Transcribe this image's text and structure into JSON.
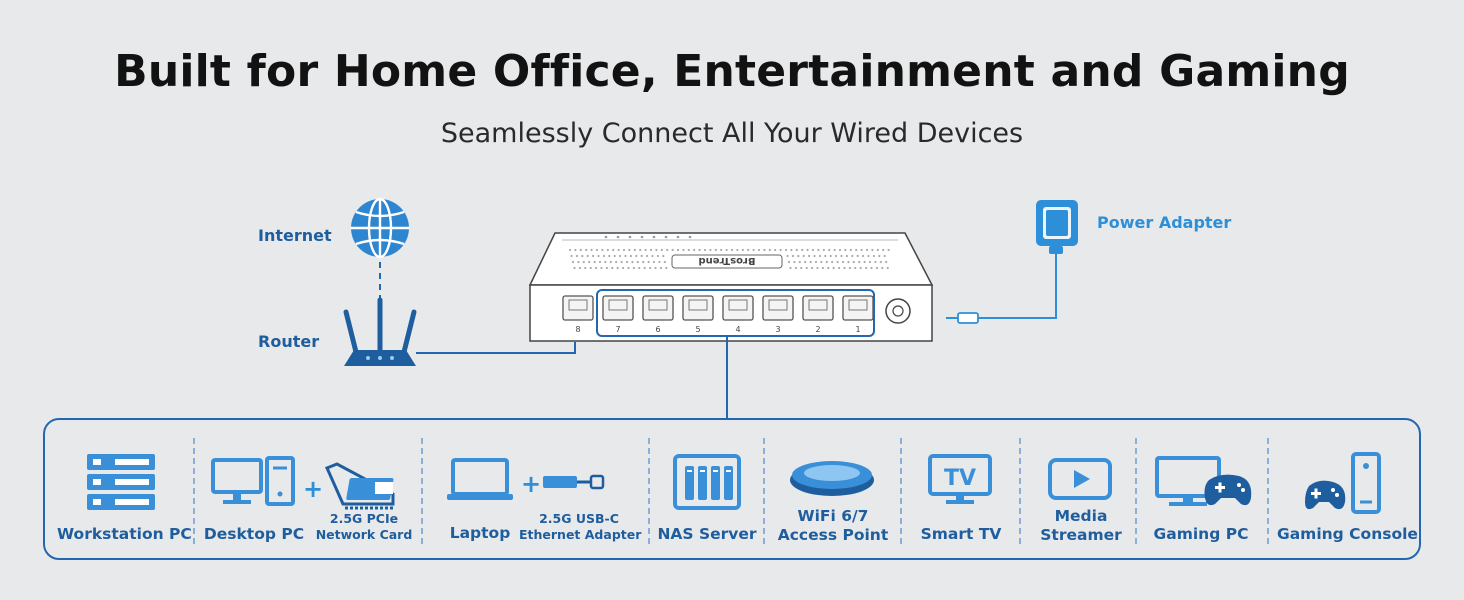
{
  "title": "Built for Home Office, Entertainment and Gaming",
  "subtitle": "Seamlessly Connect All Your Wired Devices",
  "network": {
    "internet_label": "Internet",
    "router_label": "Router",
    "power_label": "Power Adapter",
    "switch_brand": "BrosTrend",
    "ports": [
      "8",
      "7",
      "6",
      "5",
      "4",
      "3",
      "2",
      "1"
    ]
  },
  "devices": {
    "workstation": "Workstation PC",
    "desktop": "Desktop PC",
    "pcie": "2.5G PCIe\nNetwork Card",
    "laptop": "Laptop",
    "usbc": "2.5G USB-C\nEthernet Adapter",
    "nas": "NAS Server",
    "wifi": "WiFi 6/7\nAccess Point",
    "tv": "Smart TV",
    "tv_icon_text": "TV",
    "streamer": "Media\nStreamer",
    "gaming_pc": "Gaming PC",
    "console": "Gaming Console",
    "plus": "+"
  },
  "colors": {
    "dark_blue": "#1f5e9e",
    "light_blue": "#2c8fd8",
    "icon_blue": "#3a8fd9",
    "background": "#e8e9eb"
  }
}
